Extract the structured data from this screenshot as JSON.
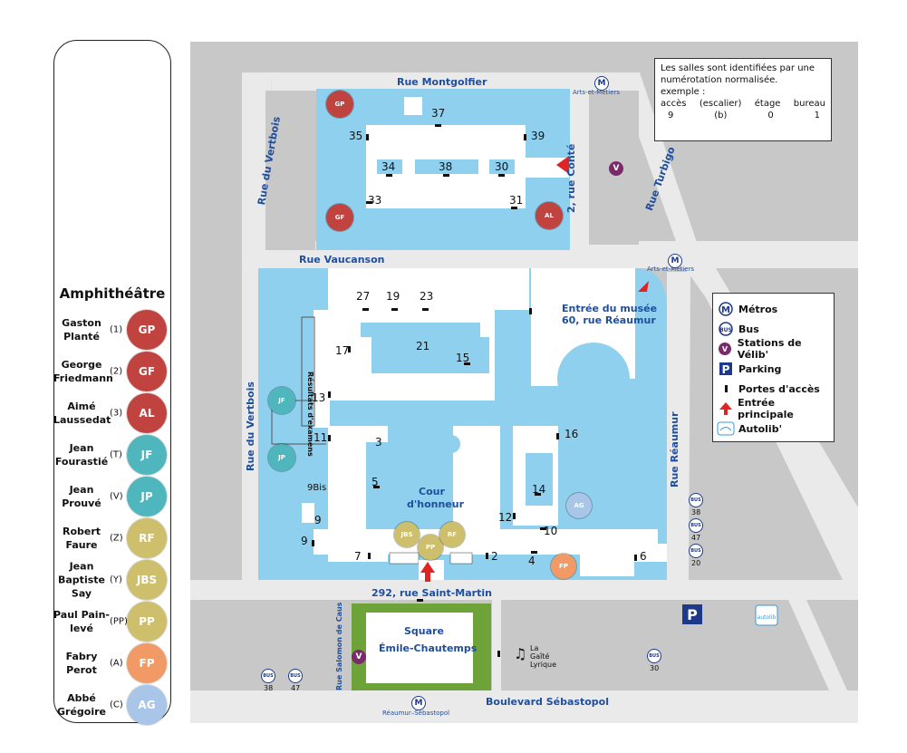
{
  "legend": {
    "title": "Amphithéâtre",
    "items": [
      {
        "name": "Gaston Planté",
        "num": "(1)",
        "code": "GP",
        "color": "#c1433f"
      },
      {
        "name": "George Friedmann",
        "num": "(2)",
        "code": "GF",
        "color": "#c1433f"
      },
      {
        "name": "Aimé Laussedat",
        "num": "(3)",
        "code": "AL",
        "color": "#c1433f"
      },
      {
        "name": "Jean Fourastié",
        "num": "(T)",
        "code": "JF",
        "color": "#4fb6be"
      },
      {
        "name": "Jean Prouvé",
        "num": "(V)",
        "code": "JP",
        "color": "#4fb6be"
      },
      {
        "name": "Robert Faure",
        "num": "(Z)",
        "code": "RF",
        "color": "#cdbf6c"
      },
      {
        "name": "Jean Baptiste Say",
        "num": "(Y)",
        "code": "JBS",
        "color": "#cdbf6c"
      },
      {
        "name": "Paul Pain-levé",
        "num": "(PP)",
        "code": "PP",
        "color": "#cdbf6c"
      },
      {
        "name": "Fabry Perot",
        "num": "(A)",
        "code": "FP",
        "color": "#f29a66"
      },
      {
        "name": "Abbé Grégoire",
        "num": "(C)",
        "code": "AG",
        "color": "#a9c6e8"
      }
    ]
  },
  "info_box": {
    "line1": "Les salles sont identifiées par une",
    "line2": "numérotation normalisée.",
    "line3": "exemple :",
    "cols": [
      "accès",
      "(escalier)",
      "étage",
      "bureau"
    ],
    "vals": [
      "9",
      "(b)",
      "0",
      "1"
    ]
  },
  "symbols": {
    "metro": "Métros",
    "bus": "Bus",
    "velib": "Stations de Vélib'",
    "parking": "Parking",
    "doors": "Portes d'accès",
    "main_entrance": "Entrée principale",
    "autolib": "Autolib'"
  },
  "streets": {
    "montgolfier": "Rue Montgolfier",
    "vertbois_top": "Rue du Vertbois",
    "vertbois_left": "Rue du Vertbois",
    "vaucanson": "Rue Vaucanson",
    "conte": "2, rue Conté",
    "turbigo": "Rue Turbigo",
    "reaumur": "Rue Réaumur",
    "saint_martin": "292, rue Saint-Martin",
    "salomon": "Rue Salomon de Caus",
    "sebastopol": "Boulevard Sébastopol"
  },
  "places": {
    "metro_arts1": "Arts-et-Métiers",
    "metro_arts2": "Arts-et-Métiers",
    "metro_reaumur": "Réaumur–Sébastopol",
    "musee_line1": "Entrée du musée",
    "musee_line2": "60, rue Réaumur",
    "cour_line1": "Cour",
    "cour_line2": "d'honneur",
    "square_line1": "Square",
    "square_line2": "Émile-Chautemps",
    "gaite_line1": "La",
    "gaite_line2": "Gaîté",
    "gaite_line3": "Lyrique",
    "resultats": "Résultats d'examens",
    "bus_lines_right": [
      "38",
      "47",
      "20"
    ],
    "bus_lines_left": [
      "38",
      "47"
    ],
    "bus_line_30": "30"
  },
  "map_badges": [
    {
      "code": "GP"
    },
    {
      "code": "GF"
    },
    {
      "code": "AL"
    },
    {
      "code": "JF"
    },
    {
      "code": "JP"
    },
    {
      "code": "JBS"
    },
    {
      "code": "PP"
    },
    {
      "code": "RF"
    },
    {
      "code": "AG"
    },
    {
      "code": "FP"
    }
  ],
  "rooms": [
    "37",
    "35",
    "39",
    "34",
    "38",
    "30",
    "33",
    "31",
    "27",
    "19",
    "23",
    "17",
    "21",
    "15",
    "13",
    "11",
    "3",
    "5",
    "9Bis",
    "9",
    "9",
    "7",
    "2",
    "4",
    "12",
    "10",
    "14",
    "16",
    "6"
  ],
  "colors": {
    "water": "#8fd0ef",
    "building": "#ffffff",
    "road": "#c8c8c8",
    "street_text": "#1f4e9c",
    "red_amph": "#c1433f",
    "teal_amph": "#4fb6be",
    "gold_amph": "#cdbf6c",
    "orange_amph": "#f29a66",
    "blue_amph": "#a9c6e8",
    "square": "#6ea33a",
    "velib": "#7a2a6b",
    "arrow": "#e02424"
  }
}
